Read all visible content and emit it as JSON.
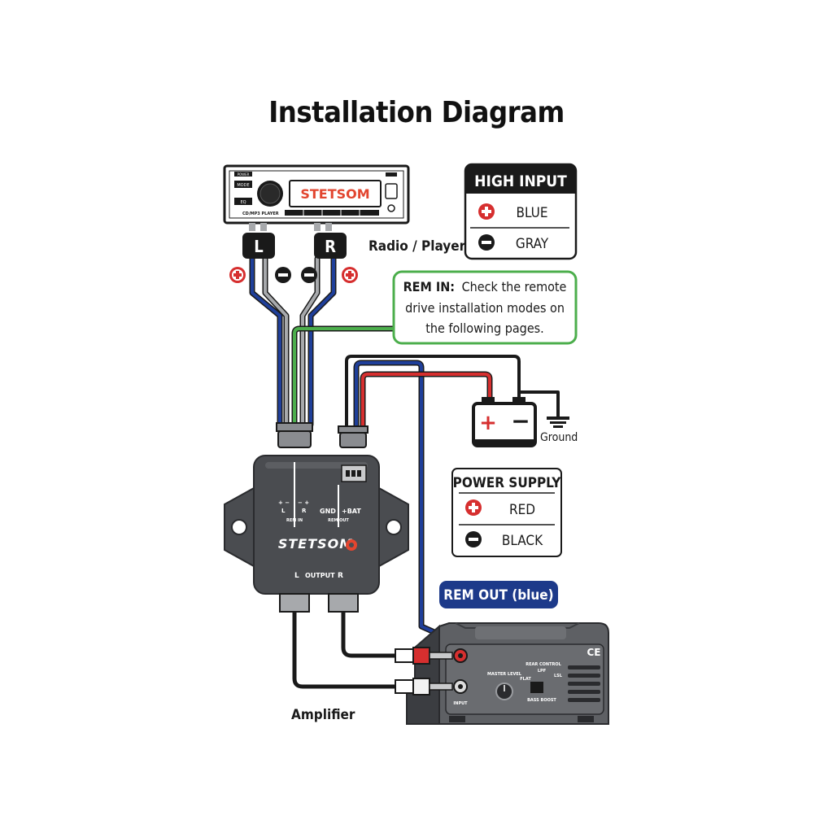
{
  "title": "Installation Diagram",
  "radio": {
    "label": "Radio / Player",
    "display": "STETSOM",
    "buttons": [
      "POWER",
      "MODE",
      "EQ"
    ],
    "model_text": "CD/MP3 PLAYER",
    "left_channel": "L",
    "right_channel": "R"
  },
  "high_input": {
    "title": "HIGH INPUT",
    "rows": [
      {
        "sign": "+",
        "color_name": "BLUE"
      },
      {
        "sign": "-",
        "color_name": "GRAY"
      }
    ]
  },
  "rem_in_note": {
    "bold": "REM IN:",
    "line1_rest": "Check the remote",
    "line2": "drive installation modes on",
    "line3": "the following pages."
  },
  "battery": {
    "plus": "+",
    "minus": "−",
    "ground_label": "Ground"
  },
  "power_supply": {
    "title": "POWER SUPPLY",
    "rows": [
      {
        "sign": "+",
        "color_name": "RED"
      },
      {
        "sign": "-",
        "color_name": "BLACK"
      }
    ]
  },
  "converter": {
    "brand": "STETSOM",
    "in_left": "L",
    "in_right": "R",
    "rem_in": "REM IN",
    "gnd": "GND",
    "bat": "+BAT",
    "rem_out": "REM OUT",
    "output_left": "L",
    "output_label": "OUTPUT",
    "output_right": "R"
  },
  "rem_out_badge": "REM OUT (blue)",
  "amplifier": {
    "label": "Amplifier",
    "ce": "CE",
    "input": "INPUT",
    "master_level": "MASTER LEVEL",
    "rear_control": "REAR CONTROL",
    "lpf": "LPF",
    "flat": "FLAT",
    "bass_boost": "BASS BOOST",
    "lsl": "LSL"
  },
  "colors": {
    "blue_wire": "#1f3f9a",
    "gray_wire": "#a7a9ac",
    "green_wire": "#4cae4c",
    "red_wire": "#d62f2f",
    "black_wire": "#1a1a1a",
    "badge_blue": "#1d3a8a",
    "device_gray": "#4a4c50"
  }
}
